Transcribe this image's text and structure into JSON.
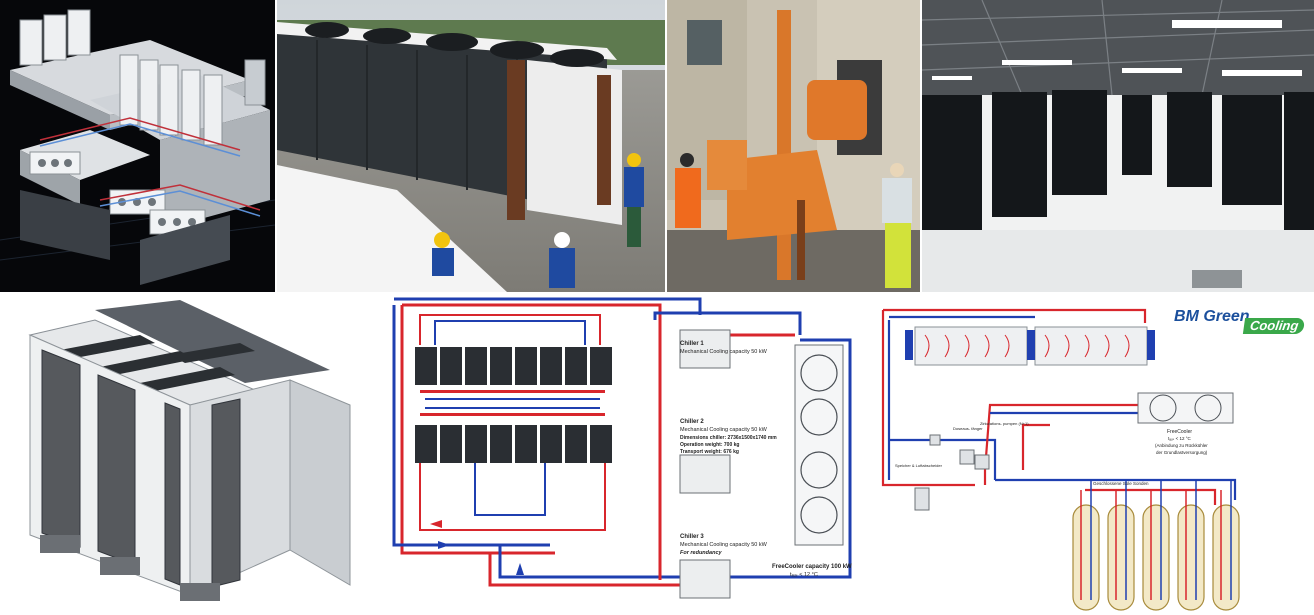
{
  "logo": {
    "brand": "BM Green",
    "word": "Cooling"
  },
  "diagram_left": {
    "chiller1_title": "Chiller 1",
    "chiller1_desc": "Mechanical Cooling capacity 50 kW",
    "chiller2_title": "Chiller 2",
    "chiller2_desc": "Mechanical Cooling capacity 50 kW",
    "chiller2_dim": "Dimensions chiller: 2736x1500x1740 mm",
    "chiller2_op": "Operation weight: 700 kg",
    "chiller2_tr": "Transport weight: 676 kg",
    "chiller3_title": "Chiller 3",
    "chiller3_desc": "Mechanical Cooling capacity 50 kW",
    "chiller3_note": "For redundancy",
    "freecooler_title": "FreeCooler capacity 100 kW",
    "freecooler_temp": "tₐᵤₛ < 12 °C"
  },
  "diagram_right": {
    "pump1": "Zirkulations-\npumpen (N+1)",
    "pump2": "Doseaus-\nfänger",
    "tank": "Speicher &\nLuftabscheider",
    "freecooler_title": "FreeCooler",
    "freecooler_temp": "tₐᵤₛ < 12 °C",
    "freecooler_note1": "(Anbindung zu Rückkühler",
    "freecooler_note2": "der Grundlastversorgung)",
    "probes": "Geschlossene Sole Sonden"
  },
  "colors": {
    "supply_red": "#d8262c",
    "return_blue": "#1f3fb0",
    "cabinet": "#2a2e33",
    "sky_dark": "#0a0c10"
  }
}
